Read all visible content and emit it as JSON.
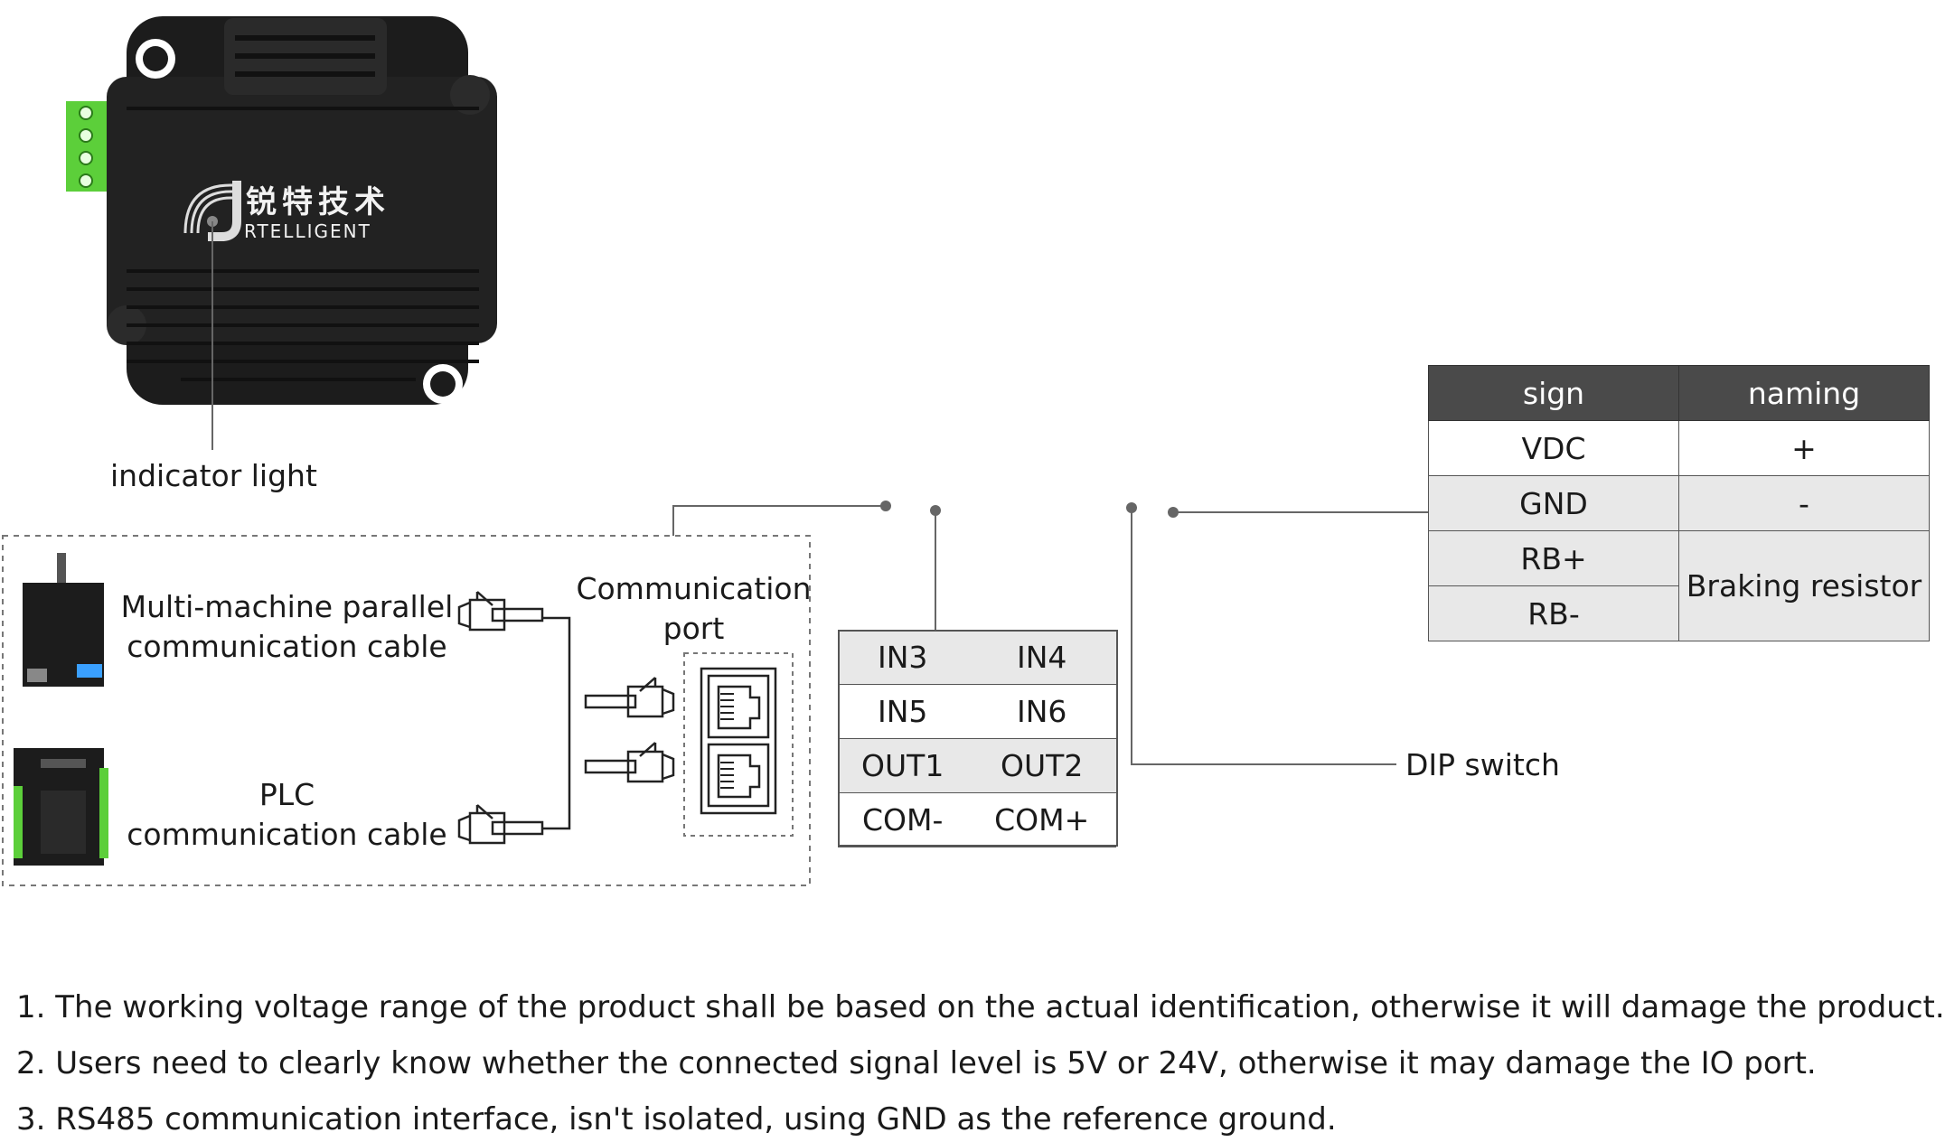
{
  "drive": {
    "logo_cn": "锐特技术",
    "logo_en": "RTELLIGENT"
  },
  "labels": {
    "indicator_light": "indicator light",
    "multi_machine_line1": "Multi-machine parallel",
    "multi_machine_line2": "communication cable",
    "plc_line1": "PLC",
    "plc_line2": "communication cable",
    "comm_port_line1": "Communication",
    "comm_port_line2": "port",
    "dip_switch": "DIP switch"
  },
  "io_table": {
    "rows": [
      [
        "IN3",
        "IN4"
      ],
      [
        "IN5",
        "IN6"
      ],
      [
        "OUT1",
        "OUT2"
      ],
      [
        "COM-",
        "COM+"
      ]
    ]
  },
  "power_table": {
    "headers": [
      "sign",
      "naming"
    ],
    "rows": [
      {
        "sign": "VDC",
        "naming": "+"
      },
      {
        "sign": "GND",
        "naming": "-"
      },
      {
        "sign": "RB+",
        "naming": "Braking resistor"
      },
      {
        "sign": "RB-",
        "naming": ""
      }
    ]
  },
  "notes": [
    "1. The working voltage range of the product shall be based on the actual identification, otherwise it will damage the product.",
    "2. Users need to clearly know whether the connected signal level is 5V or 24V, otherwise it may damage the IO port.",
    "3. RS485 communication interface, isn't  isolated, using GND as the reference ground."
  ],
  "colors": {
    "drive_body": "#1c1c1c",
    "terminal_green": "#5ccf3a",
    "line_gray": "#666666",
    "header_dark": "#4a4a4a",
    "row_shade": "#e8e8e8"
  }
}
